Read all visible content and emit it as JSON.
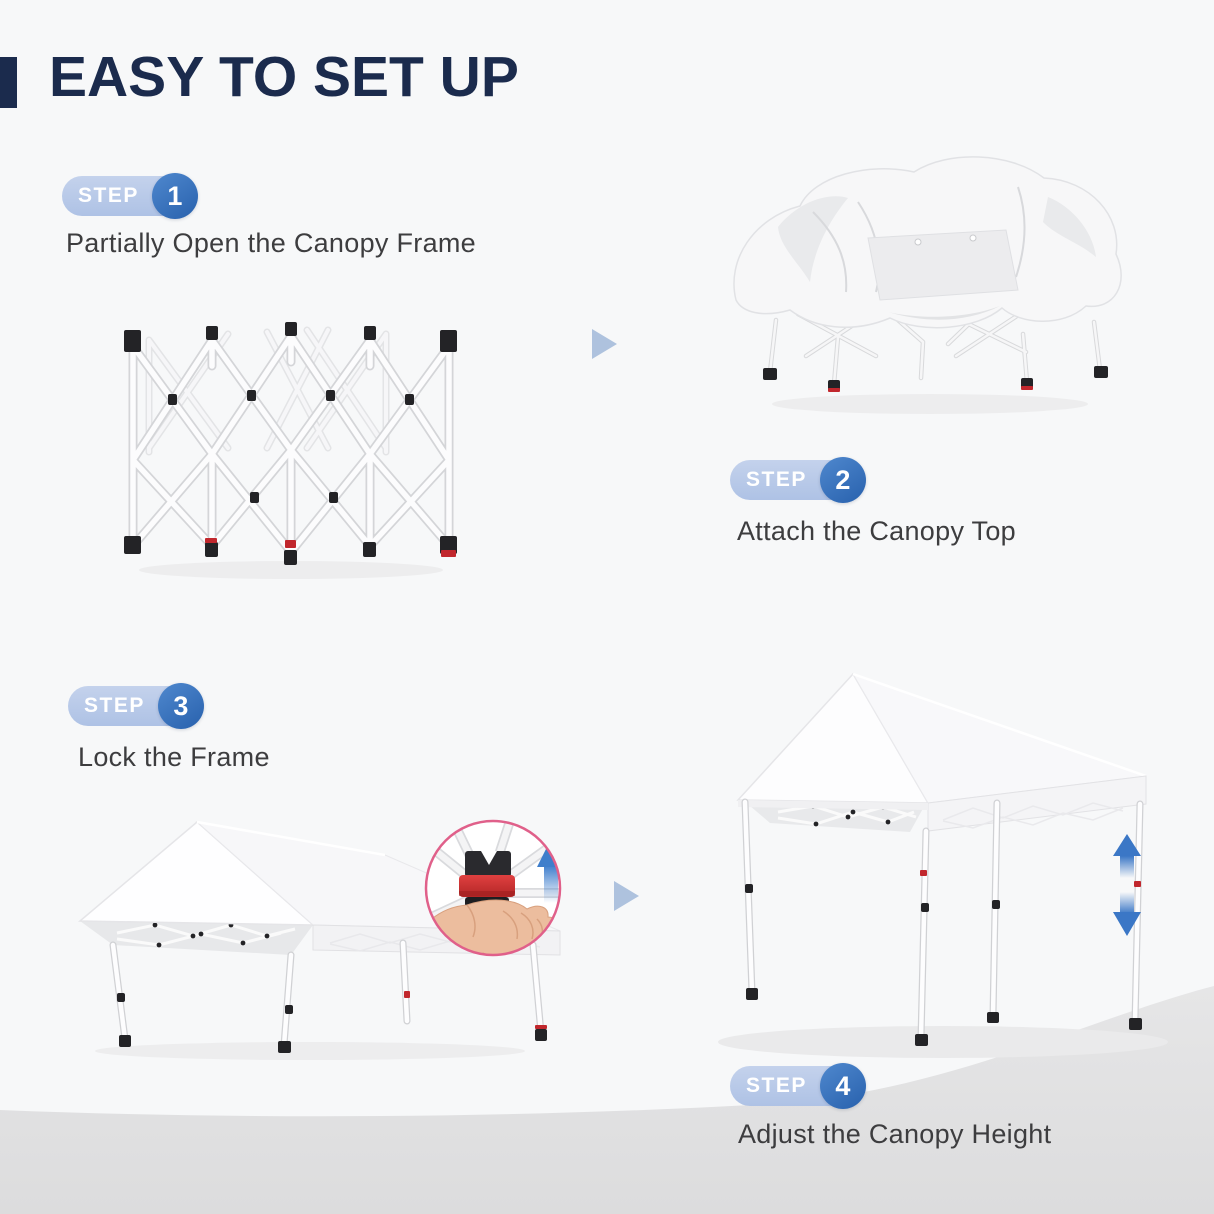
{
  "header": {
    "title": "EASY TO SET UP"
  },
  "steps": [
    {
      "label": "STEP",
      "number": "1",
      "title": "Partially Open the Canopy Frame",
      "illustration": "partially-opened-canopy-frame"
    },
    {
      "label": "STEP",
      "number": "2",
      "title": "Attach the Canopy Top",
      "illustration": "frame-with-canopy-top-draped"
    },
    {
      "label": "STEP",
      "number": "3",
      "title": "Lock the Frame",
      "illustration": "canopy-tent-with-lock-closeup-inset"
    },
    {
      "label": "STEP",
      "number": "4",
      "title": "Adjust the Canopy Height",
      "illustration": "canopy-tent-with-height-adjust-arrows"
    }
  ],
  "colors": {
    "background": "#f7f8f9",
    "bottom_wave_gray": "#e1e1e2",
    "title_navy": "#1b2b4d",
    "badge_pill_blue": "#b9c9e7",
    "badge_circle_blue": "#2e6cb9",
    "step_title_text": "#3d3d3f",
    "flow_arrow_blue": "#aec2de",
    "height_arrow_blue": "#3b77c6",
    "inset_ring_pink": "#e0608a",
    "lock_band_red": "#d63333",
    "frame_fitting_black": "#232326",
    "foot_accent_red": "#c1272d",
    "canopy_white": "#fdfdfe",
    "canopy_underside_gray": "#e8e9eb"
  }
}
